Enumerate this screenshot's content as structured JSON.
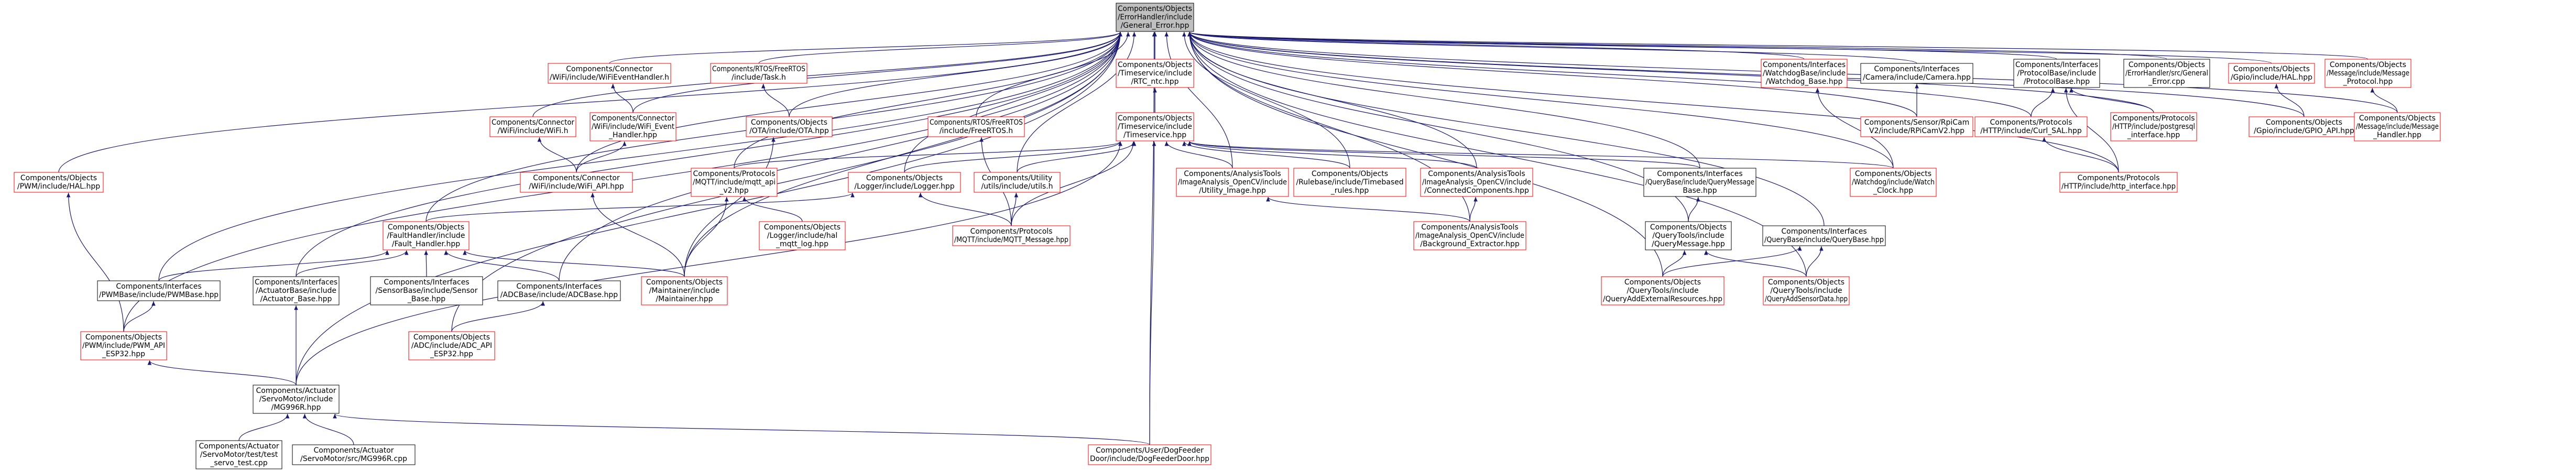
{
  "colors": {
    "edge": "#191970",
    "root_fill": "#bfbfbf",
    "normal_fill": "#ffffff",
    "normal_stroke": "#000000",
    "red_stroke": "#ff0000",
    "text": "#000000"
  },
  "nodes": [
    {
      "id": "root",
      "lines": [
        "Components/Objects",
        "/ErrorHandler/include",
        "/General_Error.hpp"
      ],
      "style": "root"
    },
    {
      "id": "wifi_evt",
      "lines": [
        "Components/Connector",
        "/WiFi/include/WiFiEventHandler.h"
      ],
      "style": "red"
    },
    {
      "id": "task",
      "lines": [
        "Components/RTOS/FreeRTOS",
        "/include/Task.h"
      ],
      "style": "red"
    },
    {
      "id": "rtc",
      "lines": [
        "Components/Objects",
        "/Timeservice/include",
        "/RTC_ntc.hpp"
      ],
      "style": "red"
    },
    {
      "id": "wdbase",
      "lines": [
        "Components/Interfaces",
        "/WatchdogBase/include",
        "/Watchdog_Base.hpp"
      ],
      "style": "red"
    },
    {
      "id": "camera",
      "lines": [
        "Components/Interfaces",
        "/Camera/include/Camera.hpp"
      ],
      "style": "normal"
    },
    {
      "id": "protobase",
      "lines": [
        "Components/Interfaces",
        "/ProtocolBase/include",
        "/ProtocolBase.hpp"
      ],
      "style": "normal"
    },
    {
      "id": "errcpp",
      "lines": [
        "Components/Objects",
        "/ErrorHandler/src/General",
        "_Error.cpp"
      ],
      "style": "normal"
    },
    {
      "id": "hal",
      "lines": [
        "Components/Objects",
        "/Gpio/include/HAL.hpp"
      ],
      "style": "red"
    },
    {
      "id": "msgproto",
      "lines": [
        "Components/Objects",
        "/Message/include/Message",
        "_Protocol.hpp"
      ],
      "style": "red"
    },
    {
      "id": "wifi_h",
      "lines": [
        "Components/Connector",
        "/WiFi/include/WiFi.h"
      ],
      "style": "red"
    },
    {
      "id": "wifi_evt_hpp",
      "lines": [
        "Components/Connector",
        "/WiFi/include/WiFi_Event",
        "_Handler.hpp"
      ],
      "style": "red"
    },
    {
      "id": "ota",
      "lines": [
        "Components/Objects",
        "/OTA/include/OTA.hpp"
      ],
      "style": "red"
    },
    {
      "id": "freertos",
      "lines": [
        "Components/RTOS/FreeRTOS",
        "/include/FreeRTOS.h"
      ],
      "style": "red"
    },
    {
      "id": "timeservice",
      "lines": [
        "Components/Objects",
        "/Timeservice/include",
        "/Timeservice.hpp"
      ],
      "style": "red"
    },
    {
      "id": "picam",
      "lines": [
        "Components/Sensor/RpiCam",
        "V2/include/RPiCamV2.hpp"
      ],
      "style": "red"
    },
    {
      "id": "curl",
      "lines": [
        "Components/Protocols",
        "/HTTP/include/Curl_SAL.hpp"
      ],
      "style": "red"
    },
    {
      "id": "postgres",
      "lines": [
        "Components/Protocols",
        "/HTTP/include/postgresql",
        "_interface.hpp"
      ],
      "style": "red"
    },
    {
      "id": "gpioapi",
      "lines": [
        "Components/Objects",
        "/Gpio/include/GPIO_API.hpp"
      ],
      "style": "red"
    },
    {
      "id": "msghandler",
      "lines": [
        "Components/Objects",
        "/Message/include/Message",
        "_Handler.hpp"
      ],
      "style": "red"
    },
    {
      "id": "pwmhal",
      "lines": [
        "Components/Objects",
        "/PWM/include/HAL.hpp"
      ],
      "style": "red"
    },
    {
      "id": "wifiapi",
      "lines": [
        "Components/Connector",
        "/WiFi/include/WiFi_API.hpp"
      ],
      "style": "red"
    },
    {
      "id": "mqttapi",
      "lines": [
        "Components/Protocols",
        "/MQTT/include/mqtt_api",
        "_v2.hpp"
      ],
      "style": "red"
    },
    {
      "id": "logger",
      "lines": [
        "Components/Objects",
        "/Logger/include/Logger.hpp"
      ],
      "style": "red"
    },
    {
      "id": "utils",
      "lines": [
        "Components/Utility",
        "/utils/include/utils.h"
      ],
      "style": "red"
    },
    {
      "id": "opencv_util",
      "lines": [
        "Components/AnalysisTools",
        "/ImageAnalysis_OpenCV/include",
        "/Utility_Image.hpp"
      ],
      "style": "red"
    },
    {
      "id": "rules",
      "lines": [
        "Components/Objects",
        "/Rulebase/include/Timebased",
        "_rules.hpp"
      ],
      "style": "red"
    },
    {
      "id": "concomp",
      "lines": [
        "Components/AnalysisTools",
        "/ImageAnalysis_OpenCV/include",
        "/ConnectedComponents.hpp"
      ],
      "style": "red"
    },
    {
      "id": "querymsgbase",
      "lines": [
        "Components/Interfaces",
        "/QueryBase/include/QueryMessage",
        "Base.hpp"
      ],
      "style": "normal"
    },
    {
      "id": "wdclock",
      "lines": [
        "Components/Objects",
        "/Watchdog/include/Watch",
        "_Clock.hpp"
      ],
      "style": "red"
    },
    {
      "id": "httpif",
      "lines": [
        "Components/Protocols",
        "/HTTP/include/http_interface.hpp"
      ],
      "style": "red"
    },
    {
      "id": "faulthandler",
      "lines": [
        "Components/Objects",
        "/FaultHandler/include",
        "/Fault_Handler.hpp"
      ],
      "style": "red"
    },
    {
      "id": "mqttlog",
      "lines": [
        "Components/Objects",
        "/Logger/include/hal",
        "_mqtt_log.hpp"
      ],
      "style": "red"
    },
    {
      "id": "mqttmsg",
      "lines": [
        "Components/Protocols",
        "/MQTT/include/MQTT_Message.hpp"
      ],
      "style": "red"
    },
    {
      "id": "bgextract",
      "lines": [
        "Components/AnalysisTools",
        "/ImageAnalysis_OpenCV/include",
        "/Background_Extractor.hpp"
      ],
      "style": "red"
    },
    {
      "id": "querymsg",
      "lines": [
        "Components/Objects",
        "/QueryTools/include",
        "/QueryMessage.hpp"
      ],
      "style": "normal"
    },
    {
      "id": "querybase",
      "lines": [
        "Components/Interfaces",
        "/QueryBase/include/QueryBase.hpp"
      ],
      "style": "normal"
    },
    {
      "id": "pwmbase",
      "lines": [
        "Components/Interfaces",
        "/PWMBase/include/PWMBase.hpp"
      ],
      "style": "normal"
    },
    {
      "id": "actbase",
      "lines": [
        "Components/Interfaces",
        "/ActuatorBase/include",
        "/Actuator_Base.hpp"
      ],
      "style": "normal"
    },
    {
      "id": "sensorbase",
      "lines": [
        "Components/Interfaces",
        "/SensorBase/include/Sensor",
        "_Base.hpp"
      ],
      "style": "normal"
    },
    {
      "id": "adcbase",
      "lines": [
        "Components/Interfaces",
        "/ADCBase/include/ADCBase.hpp"
      ],
      "style": "normal"
    },
    {
      "id": "maintainer",
      "lines": [
        "Components/Objects",
        "/Maintainer/include",
        "/Maintainer.hpp"
      ],
      "style": "red"
    },
    {
      "id": "addext",
      "lines": [
        "Components/Objects",
        "/QueryTools/include",
        "/QueryAddExternalResources.hpp"
      ],
      "style": "red"
    },
    {
      "id": "addsensor",
      "lines": [
        "Components/Objects",
        "/QueryTools/include",
        "/QueryAddSensorData.hpp"
      ],
      "style": "red"
    },
    {
      "id": "pwmapi",
      "lines": [
        "Components/Objects",
        "/PWM/include/PWM_API",
        "_ESP32.hpp"
      ],
      "style": "red"
    },
    {
      "id": "adcapi",
      "lines": [
        "Components/Objects",
        "/ADC/include/ADC_API",
        "_ESP32.hpp"
      ],
      "style": "red"
    },
    {
      "id": "servo",
      "lines": [
        "Components/Actuator",
        "/ServoMotor/include",
        "/MG996R.hpp"
      ],
      "style": "normal"
    },
    {
      "id": "servotest",
      "lines": [
        "Components/Actuator",
        "/ServoMotor/test/test",
        "_servo_test.cpp"
      ],
      "style": "normal"
    },
    {
      "id": "servocpp",
      "lines": [
        "Components/Actuator",
        "/ServoMotor/src/MG996R.cpp"
      ],
      "style": "normal"
    },
    {
      "id": "dogfeeder",
      "lines": [
        "Components/User/DogFeeder",
        "Door/include/DogFeederDoor.hpp"
      ],
      "style": "red"
    }
  ],
  "edges": [
    [
      "wifi_evt",
      "root"
    ],
    [
      "task",
      "root"
    ],
    [
      "rtc",
      "root"
    ],
    [
      "wdbase",
      "root"
    ],
    [
      "camera",
      "root"
    ],
    [
      "protobase",
      "root"
    ],
    [
      "errcpp",
      "root"
    ],
    [
      "hal",
      "root"
    ],
    [
      "msgproto",
      "root"
    ],
    [
      "wifi_h",
      "root"
    ],
    [
      "wifi_evt_hpp",
      "root"
    ],
    [
      "ota",
      "root"
    ],
    [
      "freertos",
      "root"
    ],
    [
      "timeservice",
      "root"
    ],
    [
      "picam",
      "root"
    ],
    [
      "curl",
      "root"
    ],
    [
      "postgres",
      "root"
    ],
    [
      "gpioapi",
      "root"
    ],
    [
      "msghandler",
      "root"
    ],
    [
      "pwmhal",
      "root"
    ],
    [
      "wifiapi",
      "root"
    ],
    [
      "mqttapi",
      "root"
    ],
    [
      "logger",
      "root"
    ],
    [
      "utils",
      "root"
    ],
    [
      "opencv_util",
      "root"
    ],
    [
      "rules",
      "root"
    ],
    [
      "concomp",
      "root"
    ],
    [
      "querymsgbase",
      "root"
    ],
    [
      "wdclock",
      "root"
    ],
    [
      "httpif",
      "root"
    ],
    [
      "faulthandler",
      "root"
    ],
    [
      "bgextract",
      "root"
    ],
    [
      "querymsg",
      "root"
    ],
    [
      "querybase",
      "root"
    ],
    [
      "pwmbase",
      "root"
    ],
    [
      "actbase",
      "root"
    ],
    [
      "adcbase",
      "root"
    ],
    [
      "maintainer",
      "root"
    ],
    [
      "addext",
      "root"
    ],
    [
      "addsensor",
      "root"
    ],
    [
      "pwmapi",
      "root"
    ],
    [
      "adcapi",
      "root"
    ],
    [
      "servo",
      "root"
    ],
    [
      "dogfeeder",
      "root"
    ],
    [
      "wifi_evt_hpp",
      "wifi_evt"
    ],
    [
      "ota",
      "task"
    ],
    [
      "timeservice",
      "rtc"
    ],
    [
      "wdclock",
      "wdbase"
    ],
    [
      "picam",
      "camera"
    ],
    [
      "curl",
      "protobase"
    ],
    [
      "postgres",
      "protobase"
    ],
    [
      "httpif",
      "protobase"
    ],
    [
      "gpioapi",
      "hal"
    ],
    [
      "msghandler",
      "msgproto"
    ],
    [
      "wifiapi",
      "wifi_h"
    ],
    [
      "wifiapi",
      "wifi_evt_hpp"
    ],
    [
      "maintainer",
      "ota"
    ],
    [
      "mqttmsg",
      "freertos"
    ],
    [
      "mqttapi",
      "timeservice"
    ],
    [
      "logger",
      "timeservice"
    ],
    [
      "utils",
      "timeservice"
    ],
    [
      "opencv_util",
      "timeservice"
    ],
    [
      "rules",
      "timeservice"
    ],
    [
      "concomp",
      "timeservice"
    ],
    [
      "querymsgbase",
      "timeservice"
    ],
    [
      "wdclock",
      "timeservice"
    ],
    [
      "mqttmsg",
      "timeservice"
    ],
    [
      "servo",
      "timeservice"
    ],
    [
      "dogfeeder",
      "timeservice"
    ],
    [
      "httpif",
      "curl"
    ],
    [
      "pwmapi",
      "pwmhal"
    ],
    [
      "maintainer",
      "wifiapi"
    ],
    [
      "maintainer",
      "mqttapi"
    ],
    [
      "mqttlog",
      "mqttapi"
    ],
    [
      "faulthandler",
      "logger"
    ],
    [
      "mqttmsg",
      "logger"
    ],
    [
      "mqttmsg",
      "utils"
    ],
    [
      "bgextract",
      "opencv_util"
    ],
    [
      "bgextract",
      "concomp"
    ],
    [
      "querymsg",
      "querymsgbase"
    ],
    [
      "pwmbase",
      "faulthandler"
    ],
    [
      "actbase",
      "faulthandler"
    ],
    [
      "sensorbase",
      "faulthandler"
    ],
    [
      "adcbase",
      "faulthandler"
    ],
    [
      "maintainer",
      "faulthandler"
    ],
    [
      "addext",
      "querymsg"
    ],
    [
      "addsensor",
      "querymsg"
    ],
    [
      "addext",
      "querybase"
    ],
    [
      "addsensor",
      "querybase"
    ],
    [
      "pwmapi",
      "pwmbase"
    ],
    [
      "servo",
      "actbase"
    ],
    [
      "adcapi",
      "adcbase"
    ],
    [
      "servo",
      "pwmapi"
    ],
    [
      "servotest",
      "servo"
    ],
    [
      "servocpp",
      "servo"
    ],
    [
      "dogfeeder",
      "servo"
    ]
  ]
}
